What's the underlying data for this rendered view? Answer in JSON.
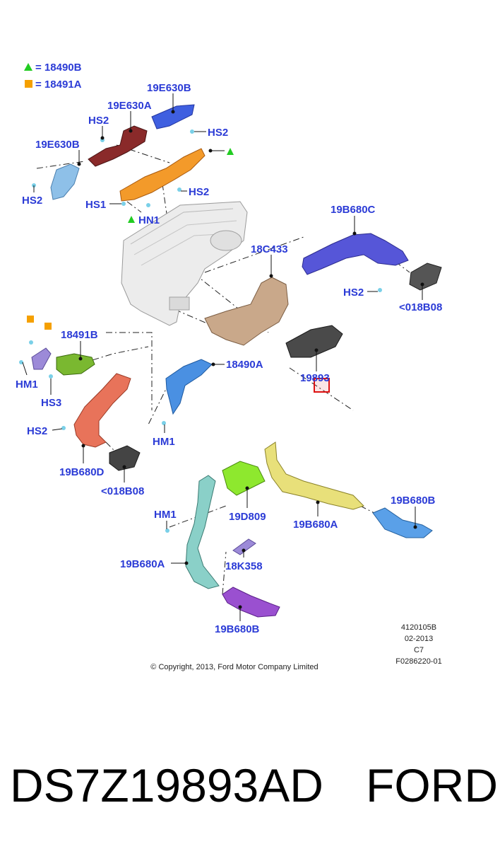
{
  "legend": [
    {
      "symbol": "triangle",
      "color": "#22cc22",
      "text": "= 18490B"
    },
    {
      "symbol": "square",
      "color": "#f5a000",
      "text": "= 18491A"
    }
  ],
  "labels": {
    "l1": "19E630B",
    "l2": "19E630A",
    "l3": "HS2",
    "l4": "HS2",
    "l5": "19E630B",
    "l6": "HS2",
    "l7": "HS2",
    "l8": "HS1",
    "l9": "HN1",
    "l10": "19B680C",
    "l11": "18C433",
    "l12": "HS2",
    "l13": "<018B08",
    "l14": "18491B",
    "l15": "HM1",
    "l16": "HS3",
    "l17": "18490A",
    "l18": "19893",
    "l19": "HS2",
    "l20": "HM1",
    "l21": "19B680D",
    "l22": "<018B08",
    "l23": "HM1",
    "l24": "19D809",
    "l25": "19B680A",
    "l26": "19B680B",
    "l27": "19B680A",
    "l28": "18K358",
    "l29": "19B680B"
  },
  "meta": {
    "line1": "4120105B",
    "line2": "02-2013",
    "line3": "C7",
    "line4": "F0286220-01"
  },
  "copyright": "© Copyright, 2013, Ford Motor Company Limited",
  "banner": {
    "part_number": "DS7Z19893AD",
    "brand": "FORD"
  },
  "colors": {
    "label": "#2b3bd6",
    "highlight": "#dd1111",
    "legend_triangle": "#22cc22",
    "legend_square": "#f5a000"
  }
}
